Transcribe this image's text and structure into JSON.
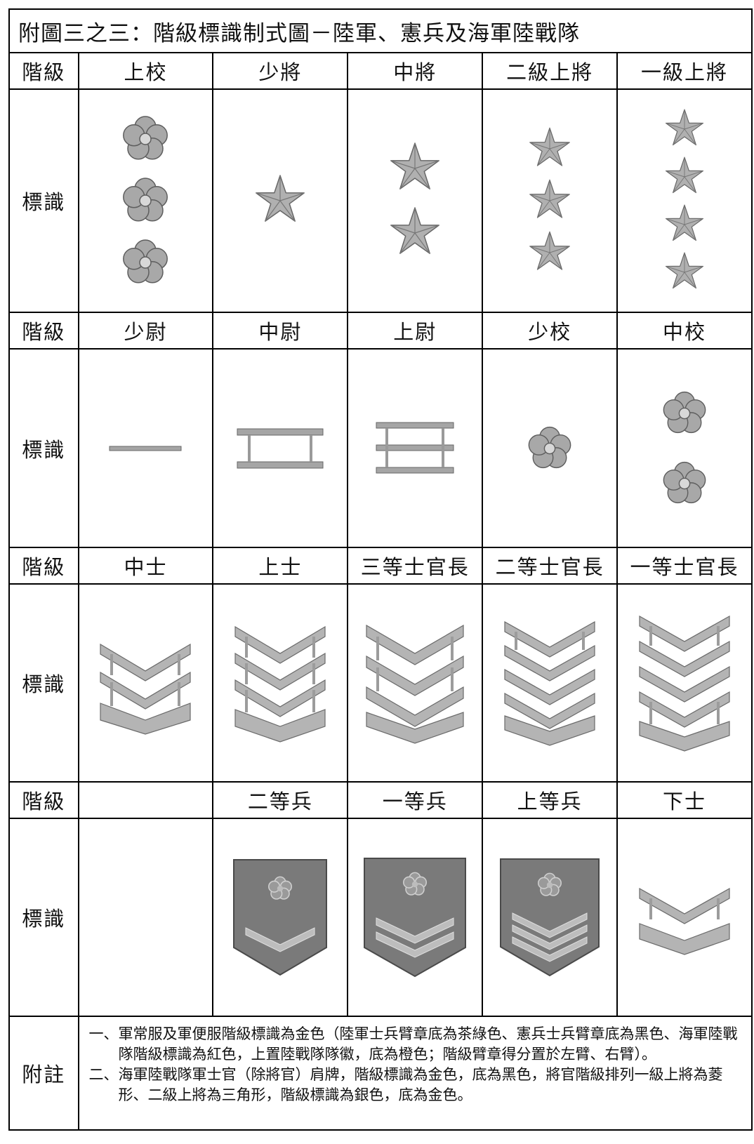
{
  "title": "附圖三之三：階級標識制式圖－陸軍、憲兵及海軍陸戰隊",
  "row_label_rank": "階級",
  "row_label_insignia": "標識",
  "notes_label": "附註",
  "groups": [
    {
      "ranks": [
        "上校",
        "少將",
        "中將",
        "二級上將",
        "一級上將"
      ]
    },
    {
      "ranks": [
        "少尉",
        "中尉",
        "上尉",
        "少校",
        "中校"
      ]
    },
    {
      "ranks": [
        "中士",
        "上士",
        "三等士官長",
        "二等士官長",
        "一等士官長"
      ]
    },
    {
      "ranks": [
        "",
        "二等兵",
        "一等兵",
        "上等兵",
        "下士"
      ]
    }
  ],
  "notes": [
    {
      "num": "一、",
      "text": "軍常服及軍便服階級標識為金色（陸軍士兵臂章底為茶綠色、憲兵士兵臂章底為黑色、海軍陸戰隊階級標識為紅色，上置陸戰隊隊徽，底為橙色；階級臂章得分置於左臂、右臂）。"
    },
    {
      "num": "二、",
      "text": "海軍陸戰隊軍士官（除將官）肩牌，階級標識為金色，底為黑色，將官階級排列一級上將為菱形、二級上將為三角形，階級標識為銀色，底為金色。"
    }
  ],
  "colors": {
    "insignia": "#9a9a9a",
    "insignia_dark": "#6f6f6f",
    "patch": "#7a7a7a",
    "border": "#000000"
  }
}
